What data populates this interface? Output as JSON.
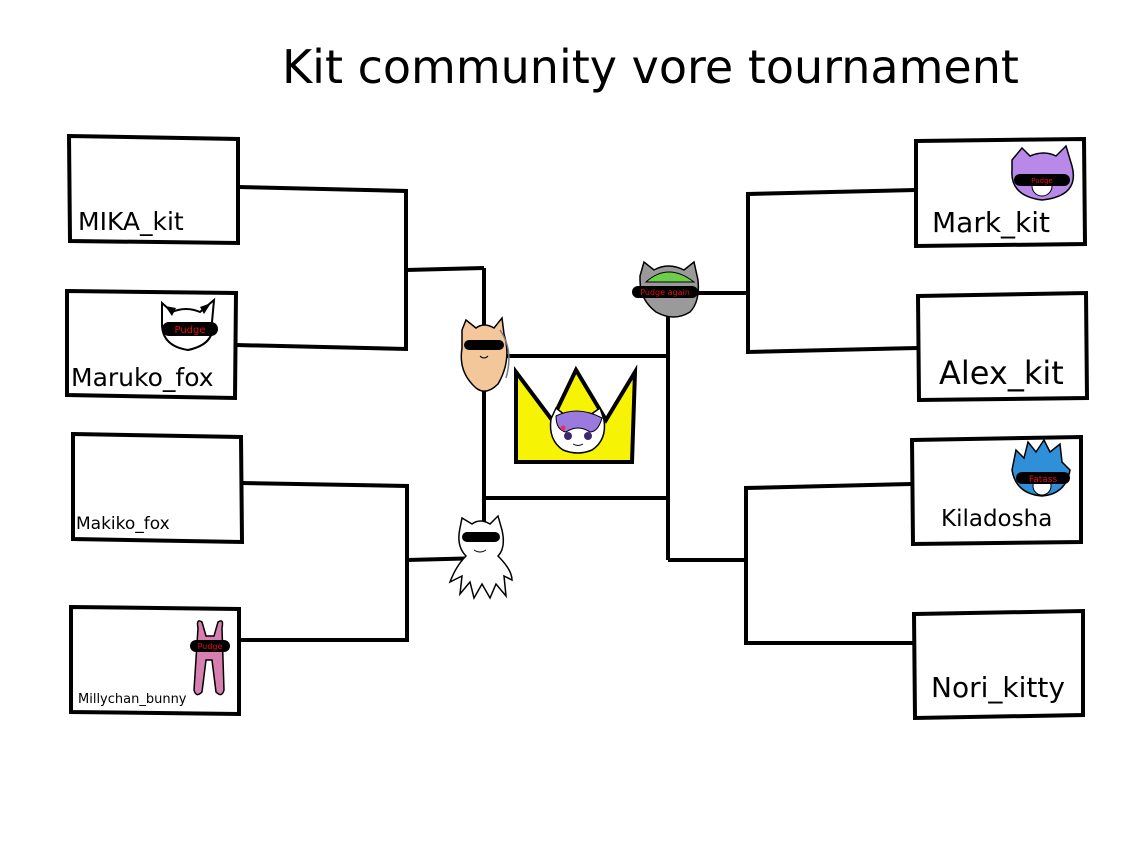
{
  "title": "Kit community vore tournament",
  "colors": {
    "crown_fill": "#f7f305",
    "line": "#000000",
    "background": "#ffffff"
  },
  "entrants_left": [
    {
      "name": "MIKA_kit",
      "avatar": null
    },
    {
      "name": "Maruko_fox",
      "avatar": {
        "kind": "cat",
        "badge": "Pudge",
        "fur": "#ffffff"
      }
    },
    {
      "name": "Makiko_fox",
      "avatar": null
    },
    {
      "name": "Millychan_bunny",
      "avatar": {
        "kind": "bunny",
        "badge": "Pudge",
        "fur": "#d67fb0"
      }
    }
  ],
  "entrants_right": [
    {
      "name": "Mark_kit",
      "avatar": {
        "kind": "cat",
        "badge": "Pudge",
        "fur": "#b889e8"
      }
    },
    {
      "name": "Alex_kit",
      "avatar": null
    },
    {
      "name": "Kiladosha",
      "avatar": {
        "kind": "cat",
        "badge": "Fatass",
        "fur": "#2f8fd8"
      }
    },
    {
      "name": "Nori_kitty",
      "avatar": null
    }
  ],
  "semifinal_avatars": [
    {
      "slot": "left-top",
      "kind": "fox",
      "badge": "",
      "fur": "#f4c79a"
    },
    {
      "slot": "left-bottom",
      "kind": "ghost",
      "badge": "",
      "fur": "#ffffff"
    },
    {
      "slot": "right-top",
      "kind": "cat",
      "badge": "Pudge again",
      "fur": "#6ccf4a"
    }
  ],
  "champion": {
    "icon": "crown-icon",
    "avatar": {
      "kind": "cat",
      "badge": "",
      "fur": "#9b7ae0"
    }
  }
}
